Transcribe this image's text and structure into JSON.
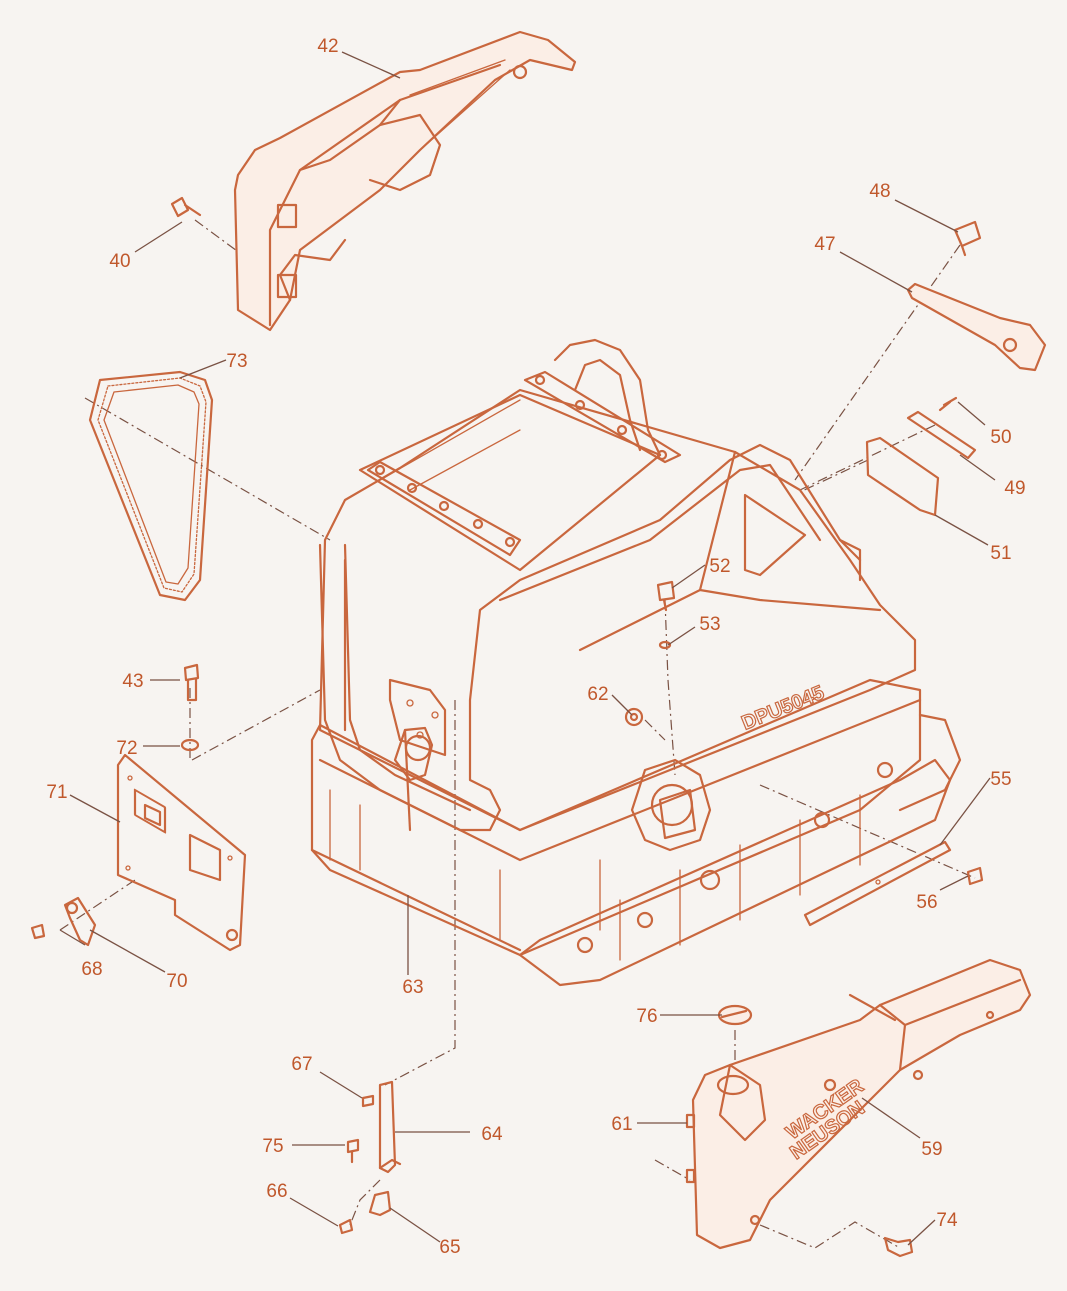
{
  "diagram": {
    "colors": {
      "line": "#c9673e",
      "label": "#c0582c",
      "leader": "#7a5244",
      "background": "#f7f4f1"
    },
    "model_marking": "DPU5045",
    "brand_marking": [
      "WACKER",
      "NEUSON"
    ],
    "callouts": {
      "c40": "40",
      "c42": "42",
      "c43": "43",
      "c47": "47",
      "c48": "48",
      "c49": "49",
      "c50": "50",
      "c51": "51",
      "c52": "52",
      "c53": "53",
      "c55": "55",
      "c56": "56",
      "c59": "59",
      "c61": "61",
      "c62": "62",
      "c63": "63",
      "c64": "64",
      "c65": "65",
      "c66": "66",
      "c67": "67",
      "c68": "68",
      "c70": "70",
      "c71": "71",
      "c72": "72",
      "c73": "73",
      "c74": "74",
      "c75": "75",
      "c76": "76"
    }
  }
}
